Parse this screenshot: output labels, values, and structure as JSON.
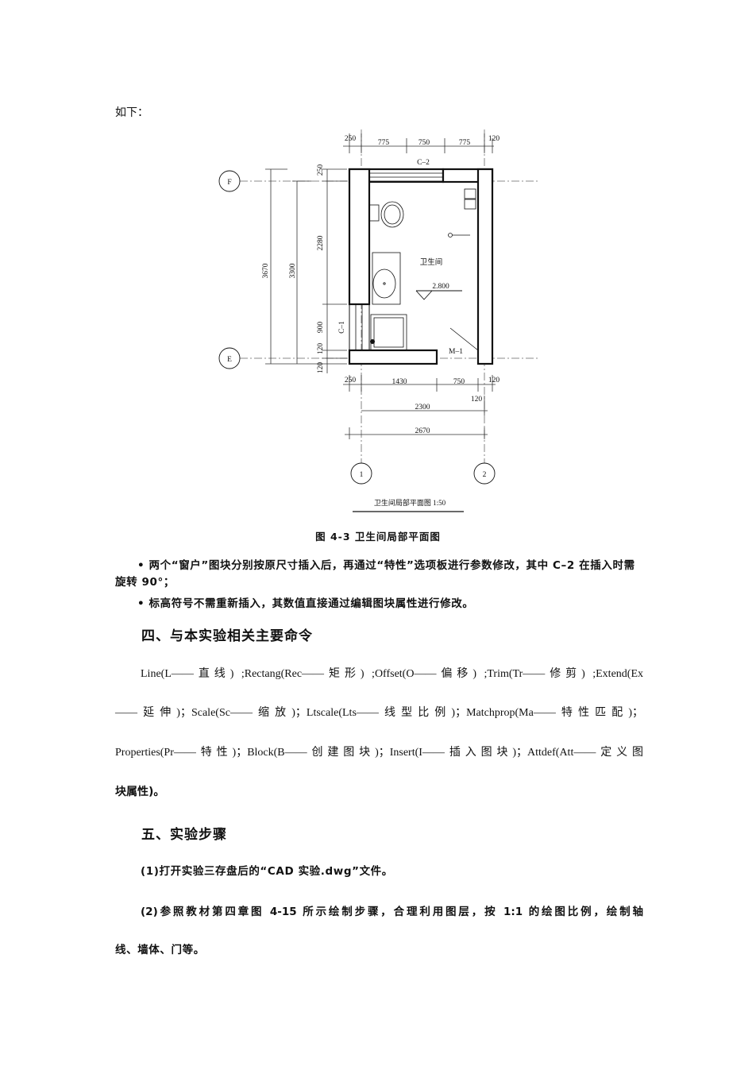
{
  "intro": "如下：",
  "figure": {
    "top_dims": [
      "250",
      "775",
      "750",
      "775",
      "120"
    ],
    "window_top": "C–2",
    "left_dims_outer": "3670",
    "left_dims_mid": "3300",
    "left_dims_inner": [
      "250",
      "2280",
      "900",
      "120",
      "120"
    ],
    "window_left": "C–1",
    "axis_f": "F",
    "axis_e": "E",
    "axis_1": "1",
    "axis_2": "2",
    "room_name": "卫生间",
    "elevation": "2.800",
    "door": "M–1",
    "bottom_dims": [
      "250",
      "1430",
      "750",
      "120"
    ],
    "bottom_dim_120b": "120",
    "bottom_dim_2300": "2300",
    "bottom_dim_2670": "2670",
    "title": "卫生间局部平面图 1:50"
  },
  "caption": "图 4-3   卫生间局部平面图",
  "bullet1": "• 两个“窗户”图块分别按原尺寸插入后，再通过“特性”选项板进行参数修改，其中 C–2 在插入时需旋转 90°；",
  "bullet2": "• 标高符号不需重新插入，其数值直接通过编辑图块属性进行修改。",
  "heading4": "四、与本实验相关主要命令",
  "commands": [
    "Line(L——直线) ;Rectang(Rec——矩形) ;Offset(O——偏移) ;Trim(Tr——修剪) ;Extend(Ex",
    "——延伸)；Scale(Sc——缩放)；Ltscale(Lts——线型比例)；Matchprop(Ma——特性匹配)；",
    "Properties(Pr——特性)；Block(B——创建图块)；Insert(I——插入图块)；Attdef(Att——定义图",
    "块属性)。"
  ],
  "heading5": "五、实验步骤",
  "step1": "(1)打开实验三存盘后的“CAD 实验.dwg”文件。",
  "step2_line1": "(2)参照教材第四章图 4-15 所示绘制步骤，合理利用图层，按 1:1 的绘图比例，绘制轴",
  "step2_line2": "线、墙体、门等。"
}
